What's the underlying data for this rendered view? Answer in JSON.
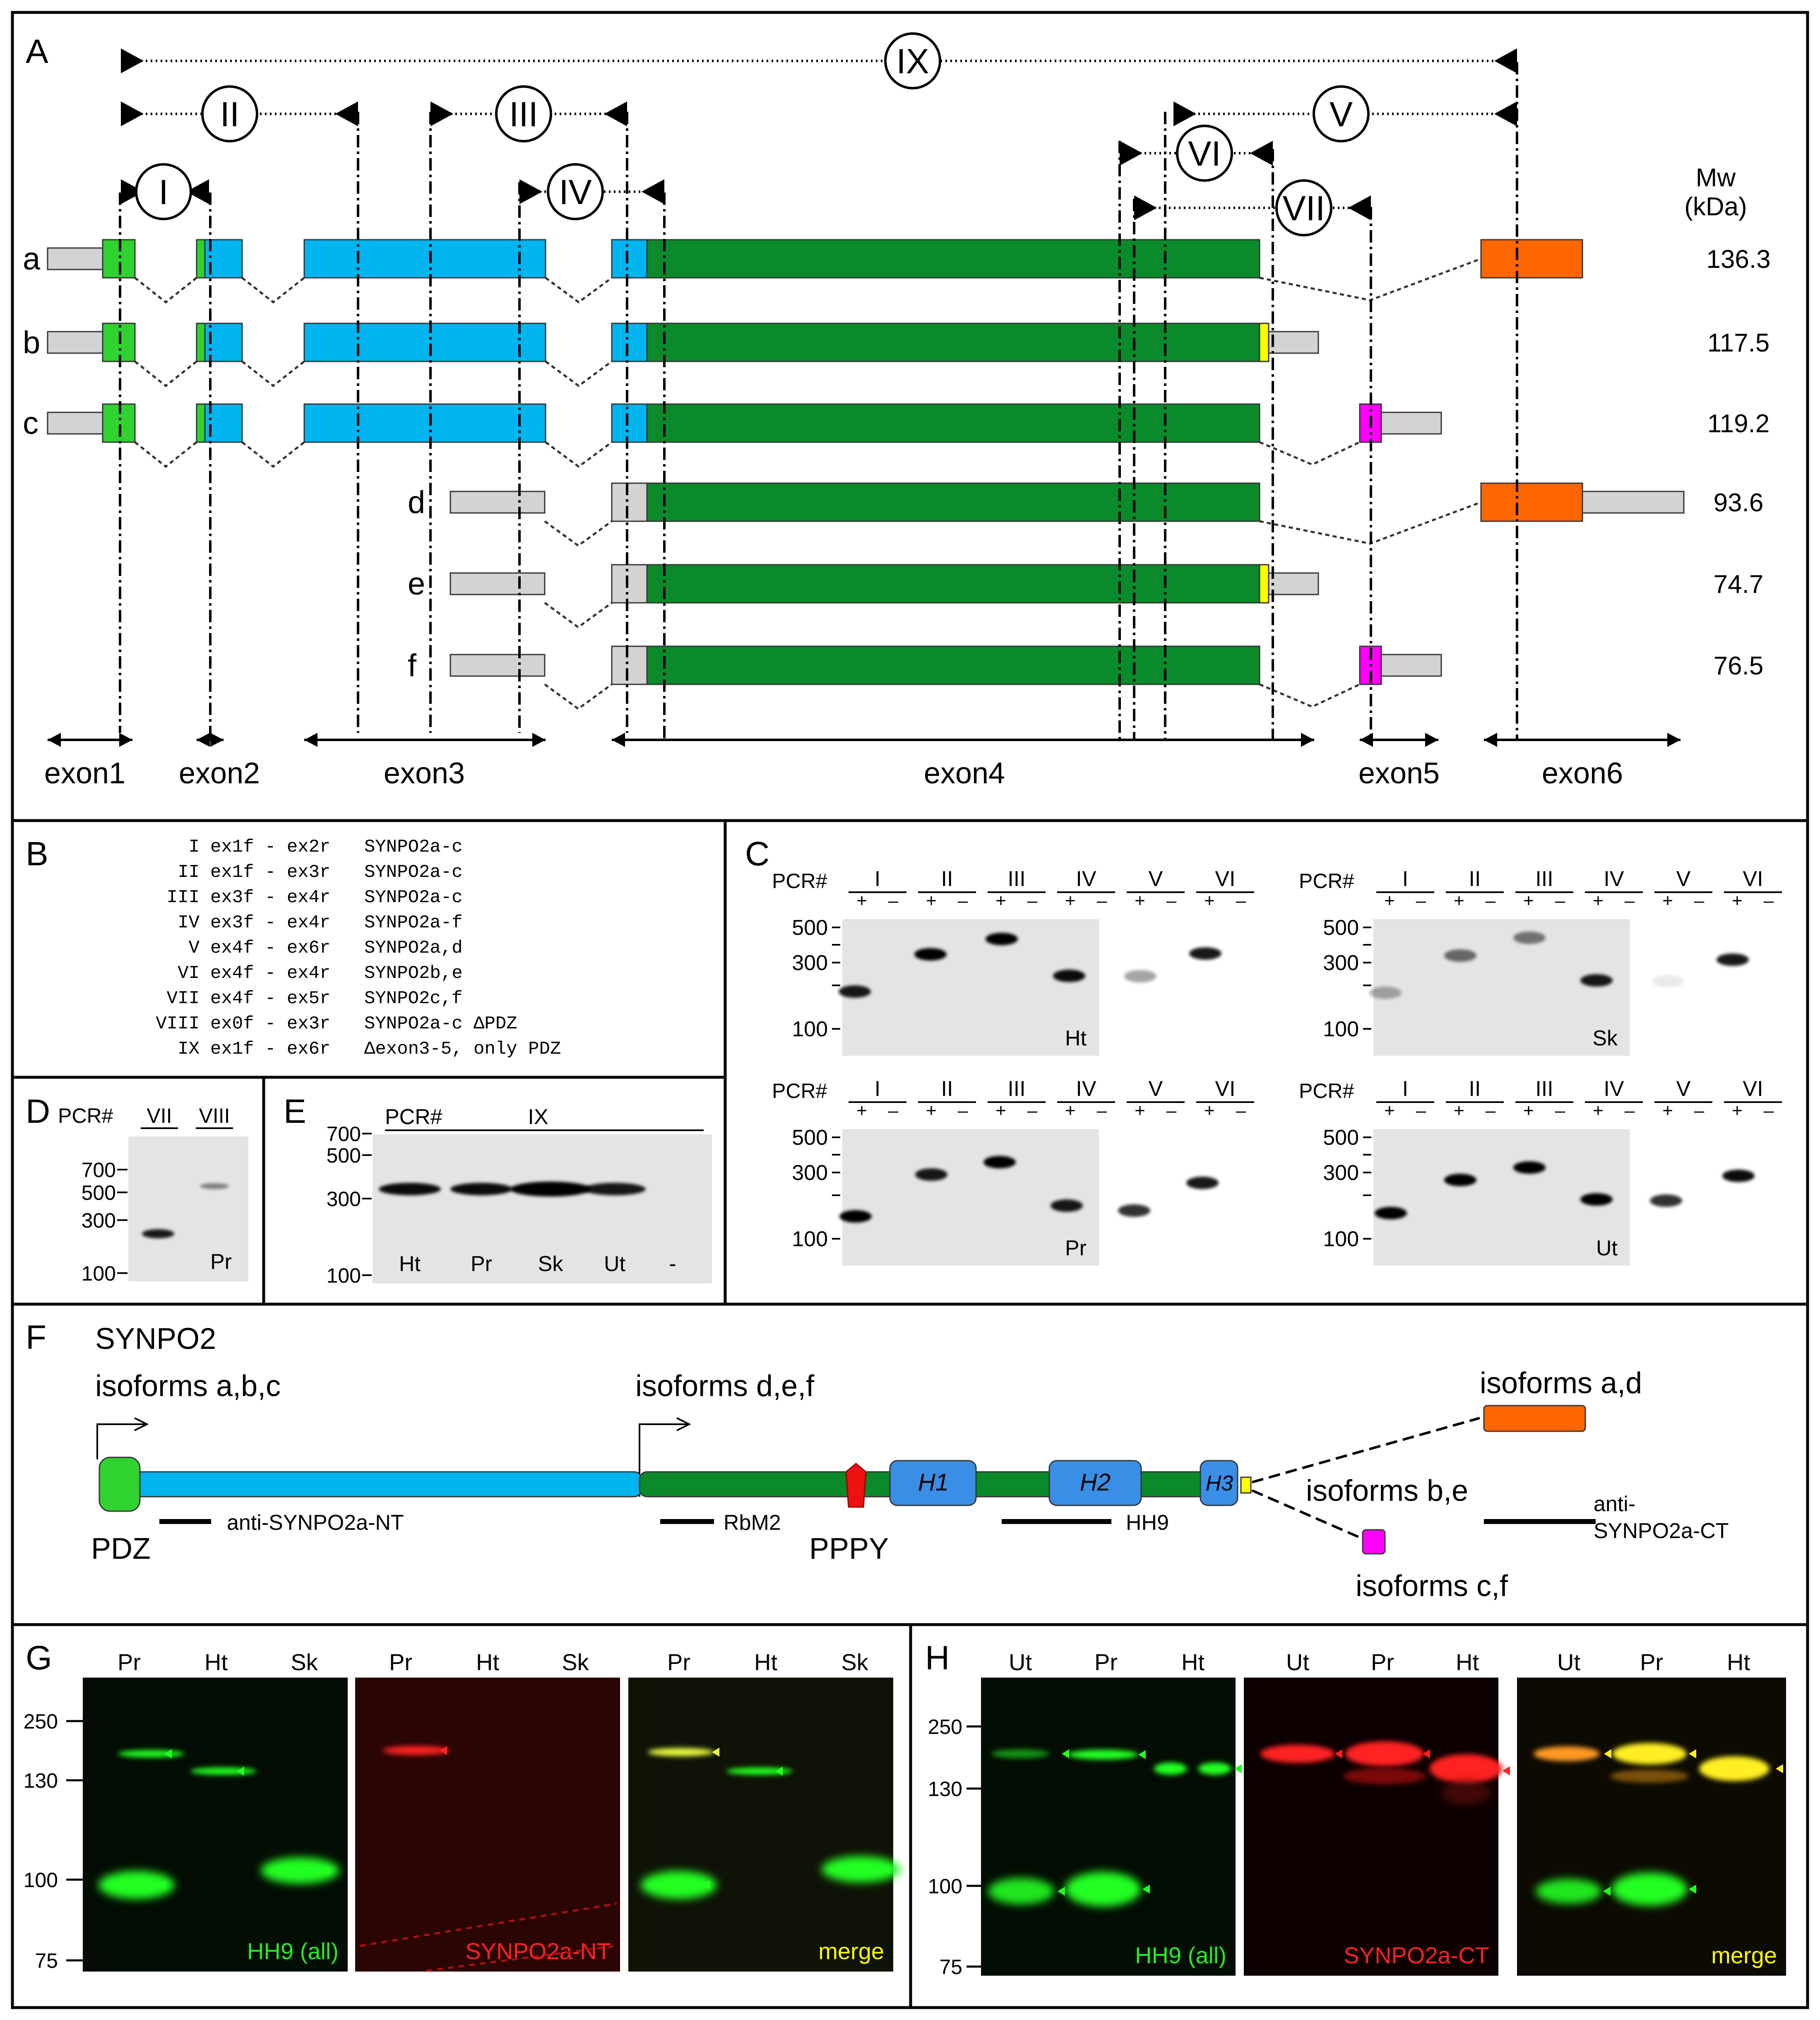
{
  "panel_labels": {
    "A": "A",
    "B": "B",
    "C": "C",
    "D": "D",
    "E": "E",
    "F": "F",
    "G": "G",
    "H": "H"
  },
  "panelA": {
    "pcr_circles": [
      "I",
      "II",
      "III",
      "IV",
      "V",
      "VI",
      "VII",
      "IX"
    ],
    "isoforms": [
      {
        "label": "a",
        "mw": "136.3"
      },
      {
        "label": "b",
        "mw": "117.5"
      },
      {
        "label": "c",
        "mw": "119.2"
      },
      {
        "label": "d",
        "mw": "93.6"
      },
      {
        "label": "e",
        "mw": "74.7"
      },
      {
        "label": "f",
        "mw": "76.5"
      }
    ],
    "mw_header": "Mw",
    "mw_unit": "(kDa)",
    "exons": [
      "exon1",
      "exon2",
      "exon3",
      "exon4",
      "exon5",
      "exon6"
    ],
    "colors": {
      "pdz": "#2fd22f",
      "nterm": "#00b4f0",
      "exon4": "#0a8a2a",
      "exon6": "#ff6600",
      "exon5": "#ff00ff",
      "yellow": "#ffff00",
      "utr": "#d3d3d3"
    }
  },
  "panelB": {
    "rows": [
      {
        "num": "I",
        "primers": "ex1f - ex2r",
        "target": "SYNPO2a-c"
      },
      {
        "num": "II",
        "primers": "ex1f - ex3r",
        "target": "SYNPO2a-c"
      },
      {
        "num": "III",
        "primers": "ex3f - ex4r",
        "target": "SYNPO2a-c"
      },
      {
        "num": "IV",
        "primers": "ex3f - ex4r",
        "target": "SYNPO2a-f"
      },
      {
        "num": "V",
        "primers": "ex4f - ex6r",
        "target": "SYNPO2a,d"
      },
      {
        "num": "VI",
        "primers": "ex4f - ex4r",
        "target": "SYNPO2b,e"
      },
      {
        "num": "VII",
        "primers": "ex4f - ex5r",
        "target": "SYNPO2c,f"
      },
      {
        "num": "VIII",
        "primers": "ex0f - ex3r",
        "target": "SYNPO2a-c ΔPDZ"
      },
      {
        "num": "IX",
        "primers": "ex1f - ex6r",
        "target": "Δexon3-5, only PDZ"
      }
    ]
  },
  "panelC": {
    "pcr_label": "PCR#",
    "lanes": [
      "I",
      "II",
      "III",
      "IV",
      "V",
      "VI"
    ],
    "plus": "+",
    "minus": "–",
    "gels": [
      {
        "tissue": "Ht",
        "ticks": [
          "500",
          "300",
          "100"
        ]
      },
      {
        "tissue": "Sk",
        "ticks": [
          "500",
          "300",
          "100"
        ]
      },
      {
        "tissue": "Pr",
        "ticks": [
          "500",
          "300",
          "100"
        ]
      },
      {
        "tissue": "Ut",
        "ticks": [
          "500",
          "300",
          "100"
        ]
      }
    ]
  },
  "panelD": {
    "pcr_label": "PCR#",
    "lanes": [
      "VII",
      "VIII"
    ],
    "ticks": [
      "700",
      "500",
      "300",
      "100"
    ],
    "tissue": "Pr"
  },
  "panelE": {
    "pcr_label": "PCR#",
    "group": "IX",
    "ticks": [
      "700",
      "500",
      "300",
      "100"
    ],
    "lanes": [
      "Ht",
      "Pr",
      "Sk",
      "Ut",
      "-"
    ]
  },
  "panelF": {
    "title": "SYNPO2",
    "iso_abc": "isoforms a,b,c",
    "iso_def": "isoforms d,e,f",
    "iso_ad": "isoforms a,d",
    "iso_be": "isoforms b,e",
    "iso_cf": "isoforms c,f",
    "pdz": "PDZ",
    "pppy": "PPPY",
    "h1": "H1",
    "h2": "H2",
    "h3": "H3",
    "ab_nt": "anti-SYNPO2a-NT",
    "rbm2": "RbM2",
    "hh9": "HH9",
    "ab_ct_1": "anti-",
    "ab_ct_2": "SYNPO2a-CT"
  },
  "panelG": {
    "ticks": [
      "250",
      "130",
      "100",
      "75"
    ],
    "blots": [
      {
        "lanes": [
          "Pr",
          "Ht",
          "Sk"
        ],
        "label": "HH9 (all)"
      },
      {
        "lanes": [
          "Pr",
          "Ht",
          "Sk"
        ],
        "label": "SYNPO2a-NT"
      },
      {
        "lanes": [
          "Pr",
          "Ht",
          "Sk"
        ],
        "label": "merge"
      }
    ]
  },
  "panelH": {
    "ticks": [
      "250",
      "130",
      "100",
      "75"
    ],
    "blots": [
      {
        "lanes": [
          "Ut",
          "Pr",
          "Ht"
        ],
        "label": "HH9 (all)"
      },
      {
        "lanes": [
          "Ut",
          "Pr",
          "Ht"
        ],
        "label": "SYNPO2a-CT"
      },
      {
        "lanes": [
          "Ut",
          "Pr",
          "Ht"
        ],
        "label": "merge"
      }
    ]
  }
}
